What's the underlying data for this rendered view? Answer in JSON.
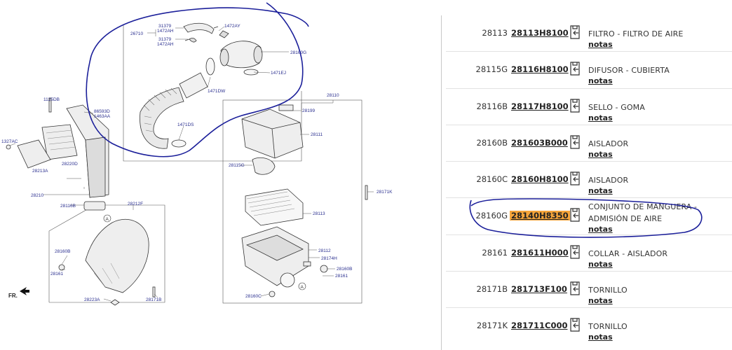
{
  "diagram": {
    "callouts": [
      {
        "id": "c1",
        "label": "31379"
      },
      {
        "id": "c2",
        "label": "1472AH"
      },
      {
        "id": "c3",
        "label": "26710"
      },
      {
        "id": "c4",
        "label": "31379"
      },
      {
        "id": "c5",
        "label": "1472AH"
      },
      {
        "id": "c6",
        "label": "1472AY"
      },
      {
        "id": "c7",
        "label": "28160G"
      },
      {
        "id": "c8",
        "label": "1471EJ"
      },
      {
        "id": "c9",
        "label": "1471DW"
      },
      {
        "id": "c10",
        "label": "1471DS"
      },
      {
        "id": "c11",
        "label": "1125DB"
      },
      {
        "id": "c12",
        "label": "86593D"
      },
      {
        "id": "c13",
        "label": "1463AA"
      },
      {
        "id": "c14",
        "label": "1327AC"
      },
      {
        "id": "c15",
        "label": "28213A"
      },
      {
        "id": "c16",
        "label": "28220D"
      },
      {
        "id": "c17",
        "label": "28210"
      },
      {
        "id": "c18",
        "label": "28116B"
      },
      {
        "id": "c19",
        "label": "28212F"
      },
      {
        "id": "c20",
        "label": "28160B"
      },
      {
        "id": "c21",
        "label": "28161"
      },
      {
        "id": "c22",
        "label": "28223A"
      },
      {
        "id": "c23",
        "label": "28171B"
      },
      {
        "id": "c24",
        "label": "28110"
      },
      {
        "id": "c25",
        "label": "28199"
      },
      {
        "id": "c26",
        "label": "28111"
      },
      {
        "id": "c27",
        "label": "28115G"
      },
      {
        "id": "c28",
        "label": "28113"
      },
      {
        "id": "c29",
        "label": "28171K"
      },
      {
        "id": "c30",
        "label": "28112"
      },
      {
        "id": "c31",
        "label": "28174H"
      },
      {
        "id": "c32",
        "label": "28160B"
      },
      {
        "id": "c33",
        "label": "28161"
      },
      {
        "id": "c34",
        "label": "28160C"
      },
      {
        "id": "c35",
        "label": "A"
      },
      {
        "id": "c36",
        "label": "A"
      }
    ],
    "fr_label": "FR."
  },
  "parts": [
    {
      "pos": "28113",
      "number": "28113H8100",
      "desc": "FILTRO - FILTRO DE AIRE",
      "notes": "notas",
      "highlight": false
    },
    {
      "pos": "28115G",
      "number": "28116H8100",
      "desc": "DIFUSOR - CUBIERTA",
      "notes": "notas",
      "highlight": false
    },
    {
      "pos": "28116B",
      "number": "28117H8100",
      "desc": "SELLO - GOMA",
      "notes": "notas",
      "highlight": false
    },
    {
      "pos": "28160B",
      "number": "281603B000",
      "desc": "AISLADOR",
      "notes": "notas",
      "highlight": false
    },
    {
      "pos": "28160C",
      "number": "28160H8100",
      "desc": "AISLADOR",
      "notes": "notas",
      "highlight": false
    },
    {
      "pos": "28160G",
      "number": "28140H8350",
      "desc": "CONJUNTO DE MANGUERA - ADMISIÓN DE AIRE",
      "notes": "notas",
      "highlight": true
    },
    {
      "pos": "28161",
      "number": "281611H000",
      "desc": "COLLAR - AISLADOR",
      "notes": "notas",
      "highlight": false
    },
    {
      "pos": "28171B",
      "number": "281713F100",
      "desc": "TORNILLO",
      "notes": "notas",
      "highlight": false
    },
    {
      "pos": "28171K",
      "number": "281711C000",
      "desc": "TORNILLO",
      "notes": "notas",
      "highlight": false
    }
  ],
  "colors": {
    "highlight": "#f5a53b",
    "annotation_ink": "#1b1f9a",
    "callout_text": "#2a2f8f"
  },
  "icons": {
    "cart": "add-to-cart-icon"
  }
}
